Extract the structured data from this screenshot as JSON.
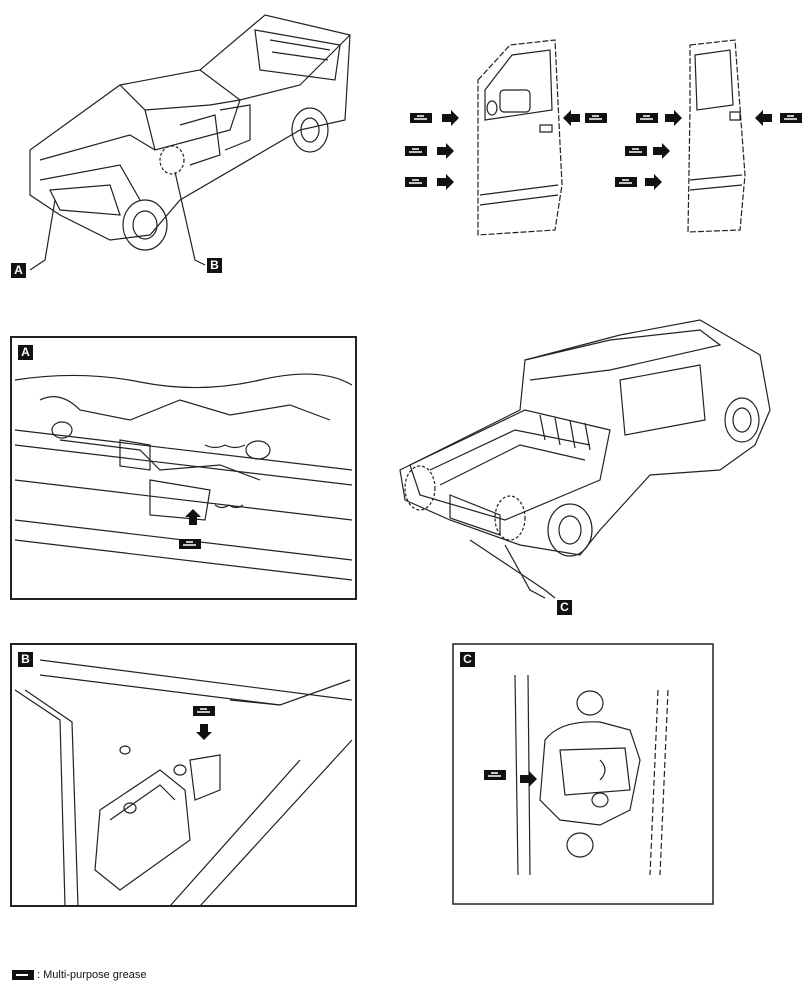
{
  "callouts": {
    "a": "A",
    "b": "B",
    "c": "C"
  },
  "panels": {
    "a_label": "A",
    "b_label": "B",
    "c_label": "C"
  },
  "legend": {
    "icon": "grease-icon",
    "text": ": Multi-purpose grease"
  }
}
